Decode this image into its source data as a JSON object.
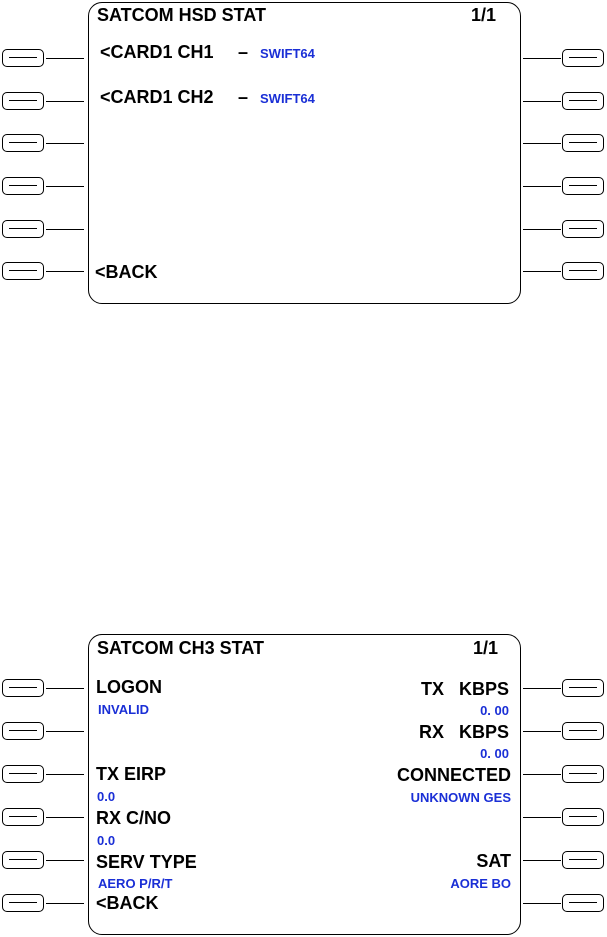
{
  "screen1": {
    "title": "SATCOM HSD STAT",
    "page": "1/1",
    "line1_label": "<CARD1 CH1",
    "line1_dash": "–",
    "line1_value": "SWIFT64",
    "line2_label": "<CARD1 CH2",
    "line2_dash": "–",
    "line2_value": "SWIFT64",
    "back": "<BACK"
  },
  "screen2": {
    "title": "SATCOM CH3 STAT",
    "page": "1/1",
    "logon_label": "LOGON",
    "logon_value": "INVALID",
    "txeirp_label": "TX EIRP",
    "txeirp_value": "0.0",
    "rxcno_label": "RX C/NO",
    "rxcno_value": "0.0",
    "servtype_label": "SERV TYPE",
    "servtype_value": "AERO P/R/T",
    "back": "<BACK",
    "tx_label": "TX   KBPS",
    "tx_value": "0. 00",
    "rx_label": "RX   KBPS",
    "rx_value": "0. 00",
    "connected_label": "CONNECTED",
    "connected_value": "UNKNOWN GES",
    "sat_label": "SAT",
    "sat_value": "AORE BO"
  },
  "colors": {
    "text": "#000000",
    "value_blue": "#1a2fd6",
    "background": "#ffffff"
  }
}
